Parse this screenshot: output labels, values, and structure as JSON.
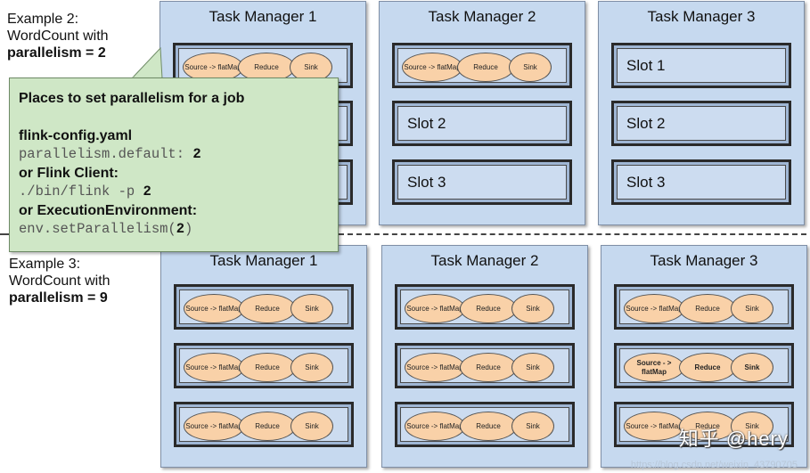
{
  "example2": {
    "line1": "Example 2:",
    "line2": "WordCount with",
    "line3": "parallelism = 2"
  },
  "example3": {
    "line1": "Example 3:",
    "line2": "WordCount with",
    "line3": "parallelism = 9"
  },
  "callout": {
    "title": "Places to set parallelism for a job",
    "config_head": "flink-config.yaml",
    "config_code": "parallelism.default: ",
    "config_value": "2",
    "client_head": "or Flink Client:",
    "client_code": "./bin/flink -p ",
    "client_value": "2",
    "env_head": "or ExecutionEnvironment:",
    "env_code_pre": "env.setParallelism(",
    "env_value": "2",
    "env_code_post": ")"
  },
  "top_row": [
    {
      "title": "Task Manager 1"
    },
    {
      "title": "Task Manager 2",
      "slot2": "Slot 2",
      "slot3": "Slot 3"
    },
    {
      "title": "Task Manager 3",
      "slot1": "Slot 1",
      "slot2": "Slot 2",
      "slot3": "Slot 3"
    }
  ],
  "bottom_row": [
    {
      "title": "Task Manager 1"
    },
    {
      "title": "Task Manager 2"
    },
    {
      "title": "Task Manager 3"
    }
  ],
  "operators": {
    "source": "Source -> flatMap",
    "reduce": "Reduce",
    "sink": "Sink",
    "source_bold": "Source - > flatMap"
  },
  "watermark": "知乎 @hery",
  "watermark_url": "https://blog.csdn.net/weixin_43790705"
}
